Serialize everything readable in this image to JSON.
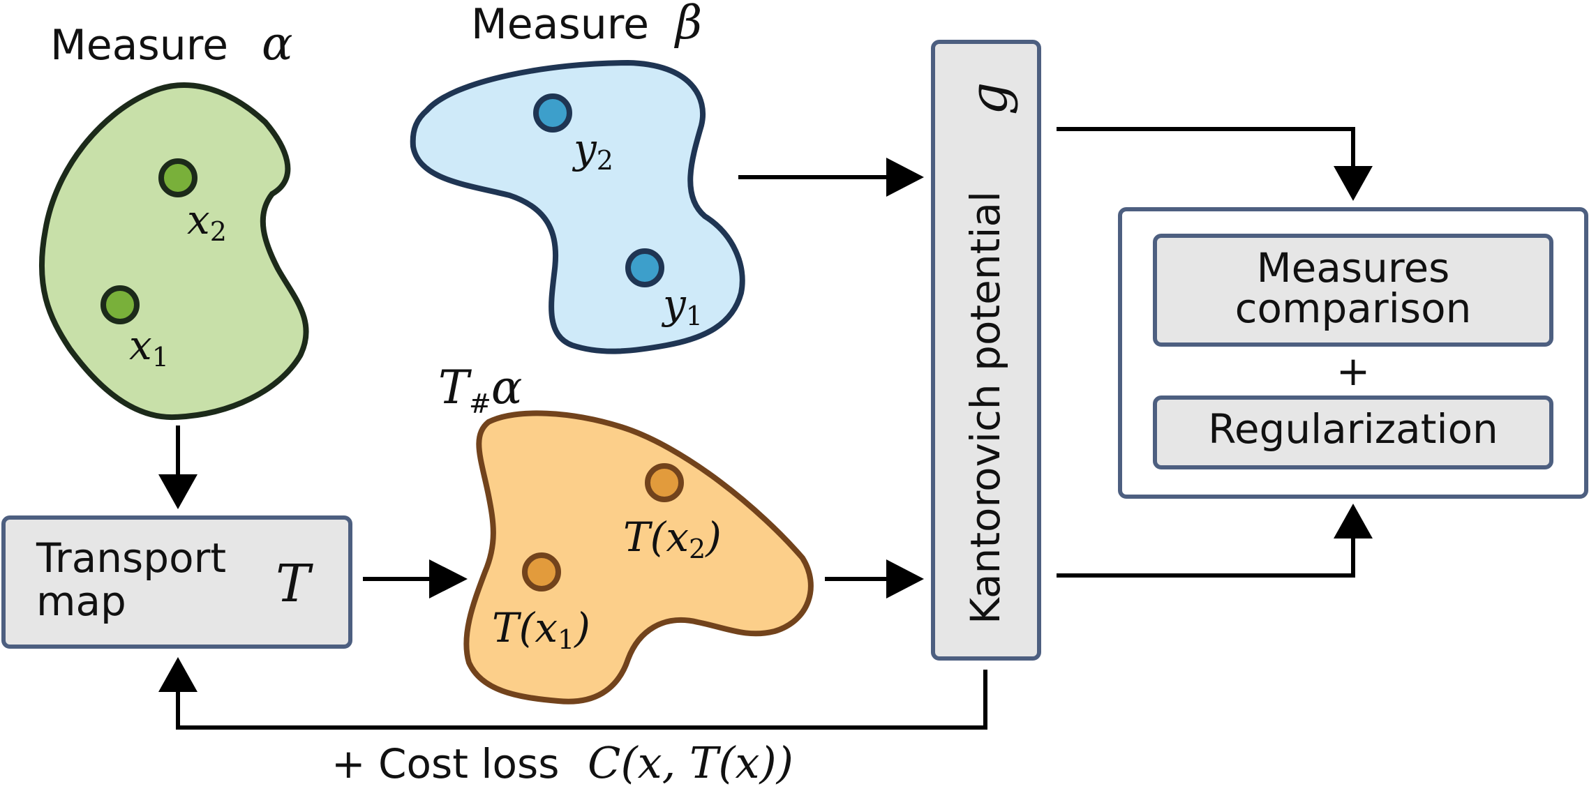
{
  "measure_alpha": {
    "label": "Measure",
    "symbol": "α",
    "points": [
      {
        "name": "x",
        "sub": "2"
      },
      {
        "name": "x",
        "sub": "1"
      }
    ],
    "color_fill": "#c8e0a9",
    "color_stroke": "#1c2a1a",
    "color_point": "#79b03a"
  },
  "measure_beta": {
    "label": "Measure",
    "symbol": "β",
    "points": [
      {
        "name": "y",
        "sub": "2"
      },
      {
        "name": "y",
        "sub": "1"
      }
    ],
    "color_fill": "#cfeaf9",
    "color_stroke": "#1f3553",
    "color_point": "#3d9fcb"
  },
  "pushforward": {
    "label_main": "T",
    "label_sub": "#",
    "label_greek": "α",
    "points": [
      {
        "text": "T(x",
        "sub": "2",
        "close": ")"
      },
      {
        "text": "T(x",
        "sub": "1",
        "close": ")"
      }
    ],
    "color_fill": "#fccf8a",
    "color_stroke": "#72431c",
    "color_point": "#e29b3c"
  },
  "transport_box": {
    "line1": "Transport",
    "line2": "map",
    "symbol": "T"
  },
  "kantorovich_box": {
    "label": "Kantorovich potential",
    "symbol": "g"
  },
  "objective_box": {
    "comparison_line1": "Measures",
    "comparison_line2": "comparison",
    "plus": "+",
    "regularization": "Regularization"
  },
  "cost_loss": {
    "prefix": "+ Cost loss",
    "formula": "C(x, T(x))"
  },
  "colors": {
    "box_fill": "#e6e6e6",
    "box_stroke": "#4d5f80",
    "arrow": "#000000"
  }
}
